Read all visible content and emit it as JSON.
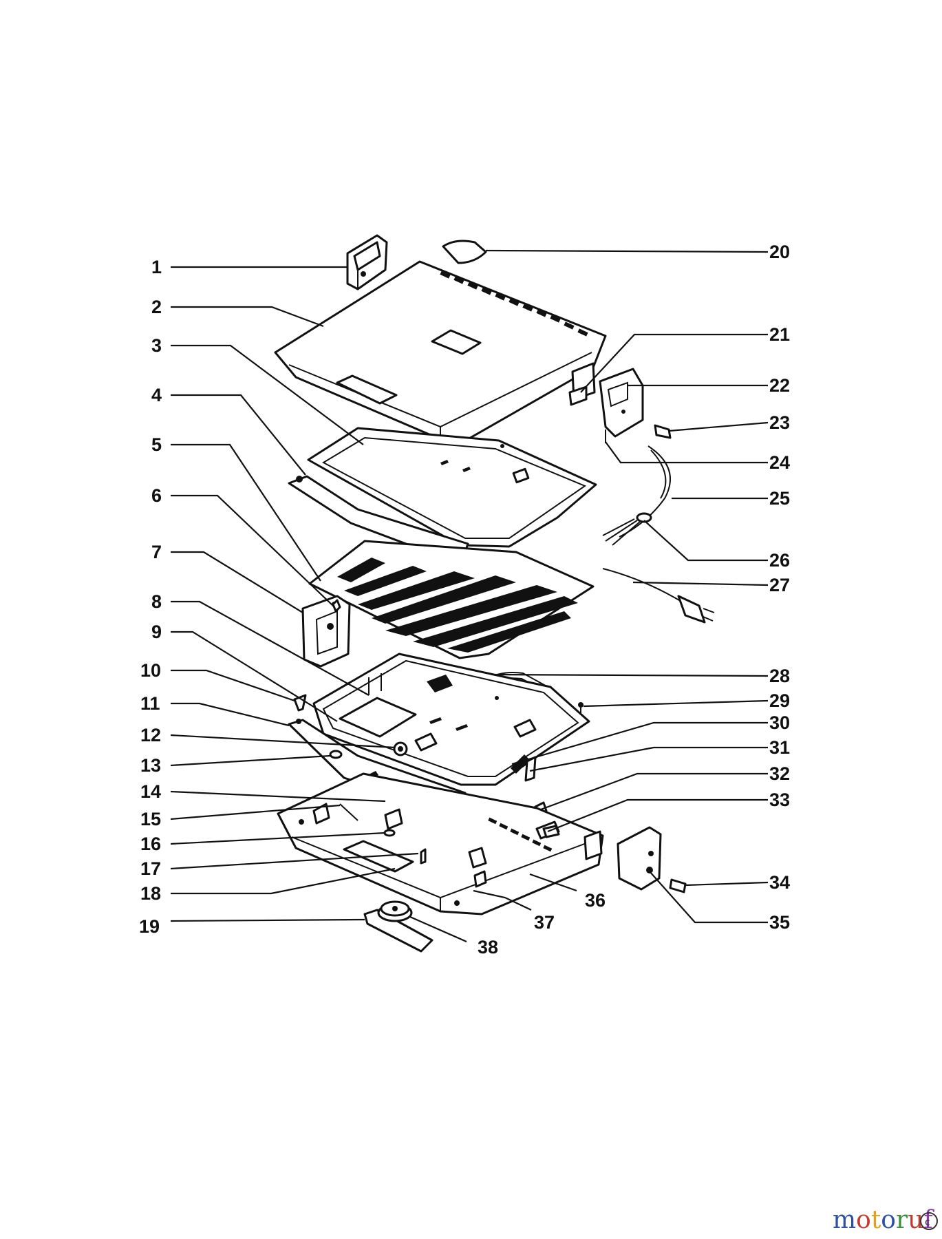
{
  "diagram": {
    "labels": [
      "1",
      "2",
      "3",
      "4",
      "5",
      "6",
      "7",
      "8",
      "9",
      "10",
      "11",
      "12",
      "13",
      "14",
      "15",
      "16",
      "17",
      "18",
      "19",
      "20",
      "21",
      "22",
      "23",
      "24",
      "25",
      "26",
      "27",
      "28",
      "29",
      "30",
      "31",
      "32",
      "33",
      "34",
      "35",
      "36",
      "37",
      "38"
    ]
  },
  "watermark": {
    "text": "motoruf",
    "colors": [
      "#2f4fa8",
      "#c23b2e",
      "#e0a21a",
      "#2f4fa8",
      "#3b8f3b",
      "#c23b2e",
      "#8a3ca8"
    ]
  }
}
